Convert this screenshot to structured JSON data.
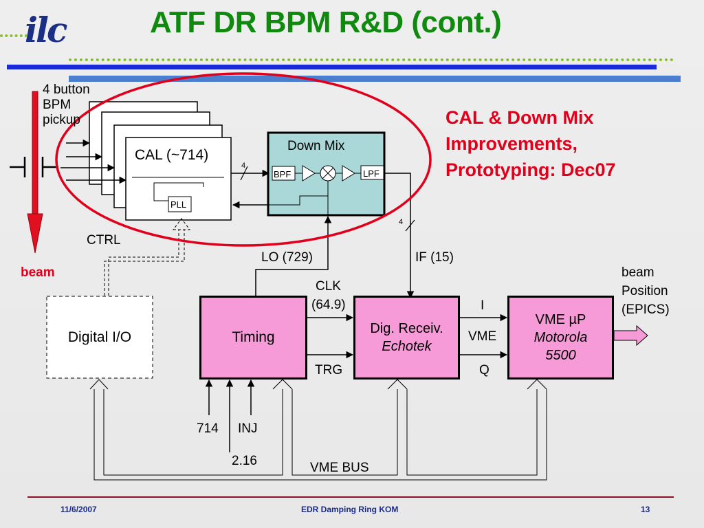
{
  "slide": {
    "title": "ATF DR BPM R&D (cont.)",
    "logo": "ilc",
    "note": [
      "CAL & Down Mix",
      "Improvements,",
      "Prototyping: Dec07"
    ],
    "colors": {
      "title": "#0f8a0f",
      "note": "#e0001c",
      "pink_block": "#f69bd7",
      "downmix": "#aad8d8",
      "ellipse": "#e0001c",
      "bar": "#1a2ad8"
    }
  },
  "diagram": {
    "pickup_label": [
      "4 button",
      "BPM",
      "pickup"
    ],
    "beam_label": "beam",
    "ctrl_label": "CTRL",
    "cal_label": "CAL (~714)",
    "pll_label": "PLL",
    "downmix_label": "Down Mix",
    "bpf_label": "BPF",
    "lpf_label": "LPF",
    "bus_width_1": "4",
    "bus_width_2": "4",
    "lo_label": "LO (729)",
    "if_label": "IF (15)",
    "clk_label": [
      "CLK",
      "(64.9)"
    ],
    "trg_label": "TRG",
    "i_label": "I",
    "vme_label": "VME",
    "q_label": "Q",
    "digital_io_label": "Digital I/O",
    "timing_label": "Timing",
    "receiver_label": [
      "Dig. Receiv.",
      "Echotek"
    ],
    "cpu_label": [
      "VME µP",
      "Motorola",
      "5500"
    ],
    "beam_position_label": [
      "beam",
      "Position",
      "(EPICS)"
    ],
    "input_714": "714",
    "input_inj": "INJ",
    "input_216": "2.16",
    "vme_bus_label": "VME BUS"
  },
  "footer": {
    "date": "11/6/2007",
    "center": "EDR Damping Ring KOM",
    "page": "13"
  }
}
